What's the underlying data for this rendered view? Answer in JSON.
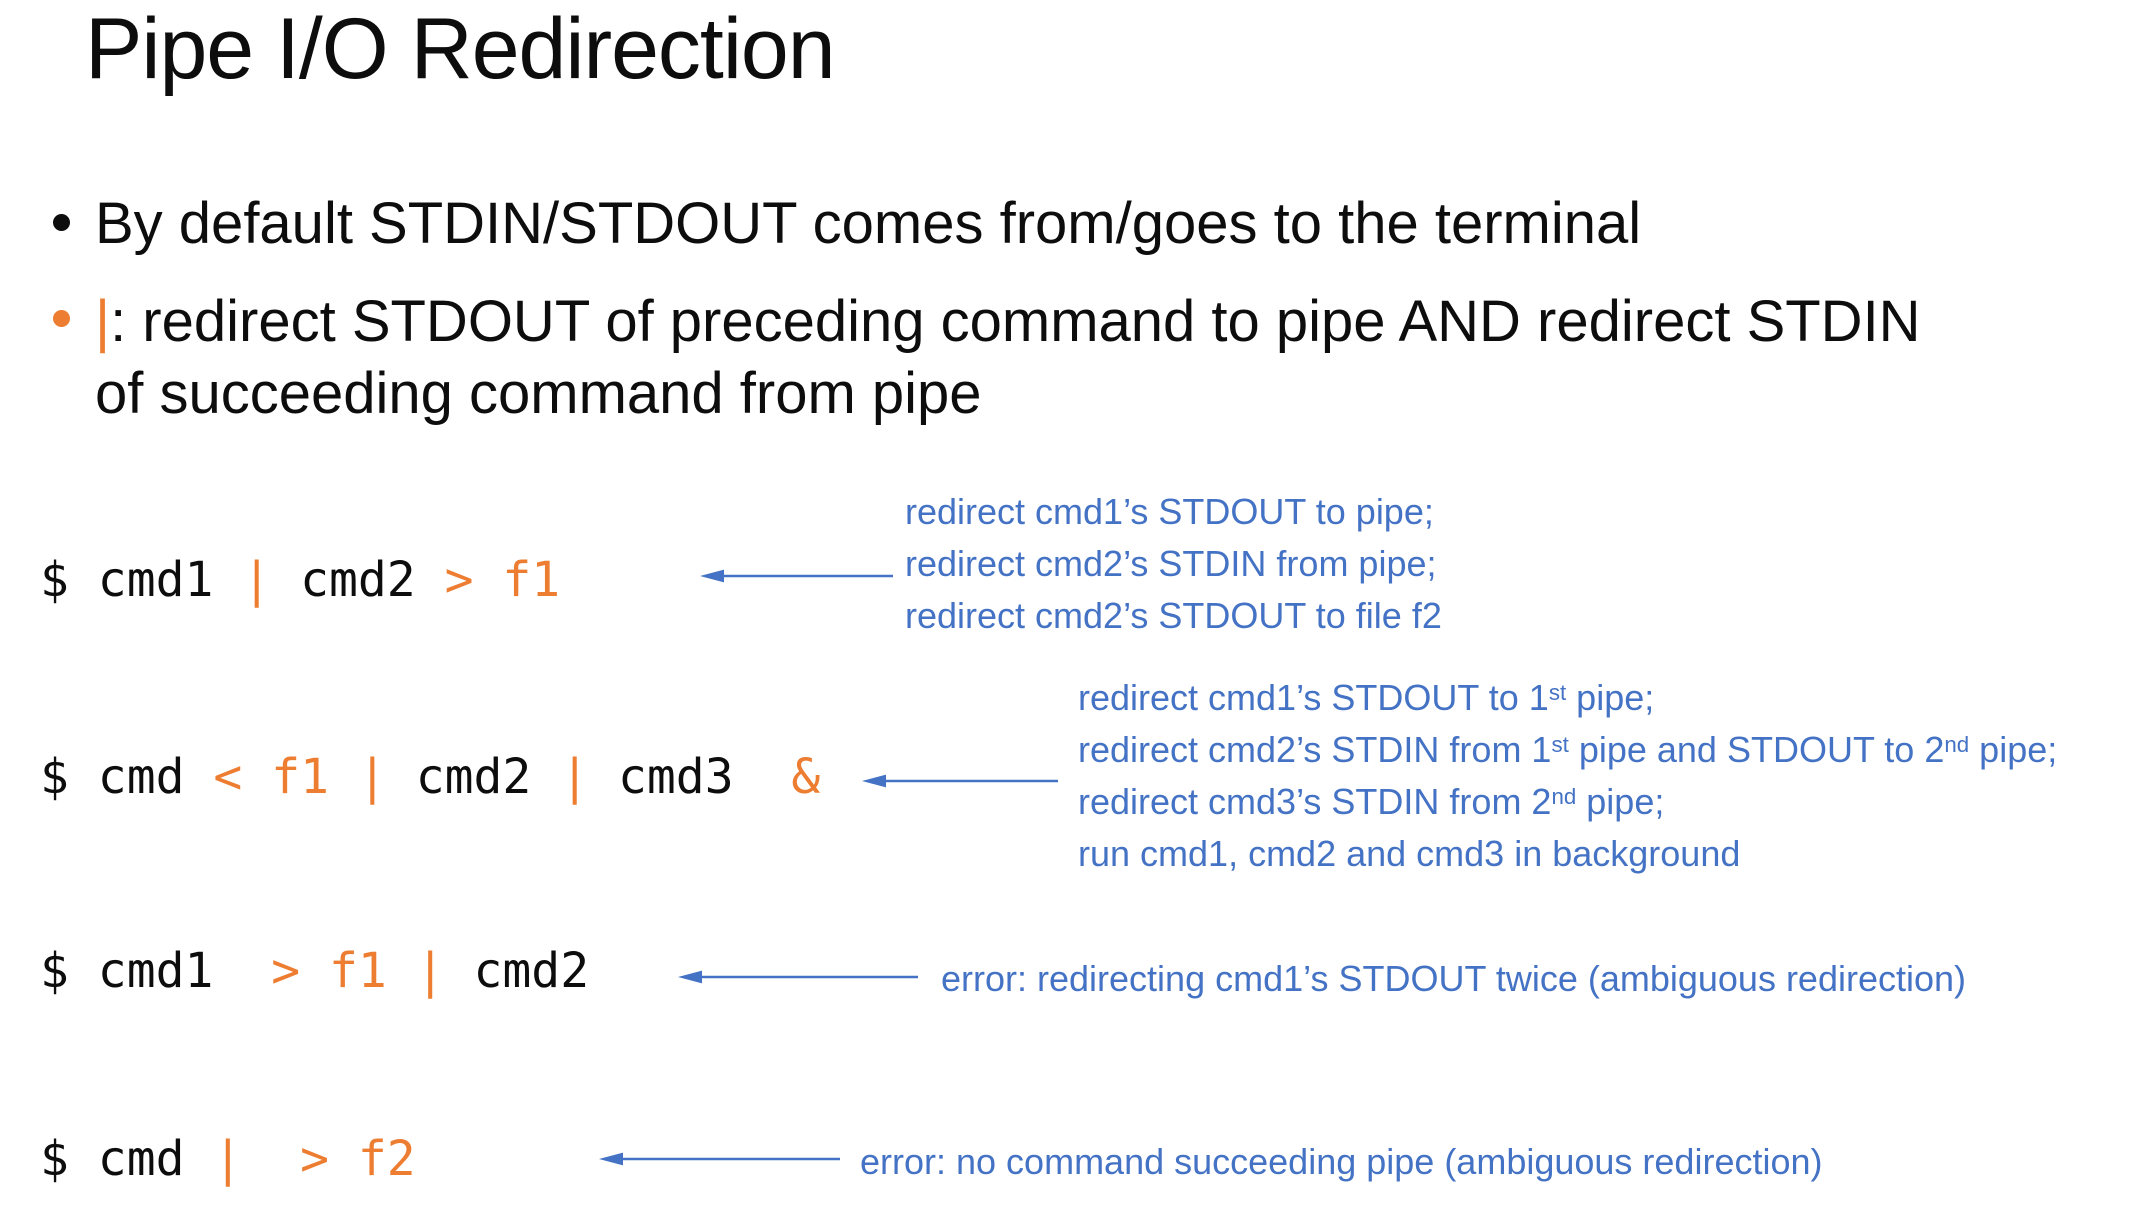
{
  "title": "Pipe I/O Redirection",
  "colors": {
    "accent_orange": "#ED7D31",
    "annotation_blue": "#4472C4",
    "text_black": "#0d0d0d"
  },
  "bullets": {
    "b1": {
      "text": "By default STDIN/STDOUT comes from/goes to the terminal"
    },
    "b2": {
      "pipe": "|",
      "line1_rest": ": redirect STDOUT of preceding command to pipe AND redirect STDIN",
      "line2": "of succeeding command from pipe"
    }
  },
  "examples": {
    "ex1": {
      "cmd": {
        "s1": "$ cmd1 ",
        "s2": "|",
        "s3": " cmd2 ",
        "s4": "> f1"
      },
      "ann": {
        "l1": "redirect cmd1’s STDOUT to pipe;",
        "l2": "redirect cmd2’s STDIN from pipe;",
        "l3": "redirect cmd2’s STDOUT to file f2"
      }
    },
    "ex2": {
      "cmd": {
        "s1": "$ cmd ",
        "s2": "< f1 ",
        "s3": "|",
        "s4": " cmd2 ",
        "s5": "|",
        "s6": " cmd3  ",
        "s7": "&"
      },
      "ann": {
        "l1a": "redirect cmd1’s STDOUT to 1",
        "l1sup": "st",
        "l1b": " pipe;",
        "l2a": "redirect cmd2’s STDIN from 1",
        "l2sup1": "st",
        "l2b": " pipe and STDOUT to 2",
        "l2sup2": "nd",
        "l2c": " pipe;",
        "l3a": "redirect cmd3’s STDIN from 2",
        "l3sup": "nd",
        "l3b": " pipe;",
        "l4": "run cmd1, cmd2 and cmd3 in background"
      }
    },
    "ex3": {
      "cmd": {
        "s1": "$ cmd1  ",
        "s2": "> f1 ",
        "s3": "|",
        "s4": " cmd2"
      },
      "ann": {
        "l1": "error: redirecting cmd1’s STDOUT twice (ambiguous redirection)"
      }
    },
    "ex4": {
      "cmd": {
        "s1": "$ cmd ",
        "s2": "|",
        "s3": "  > f2"
      },
      "ann": {
        "l1": "error: no command succeeding pipe (ambiguous redirection)"
      }
    }
  }
}
